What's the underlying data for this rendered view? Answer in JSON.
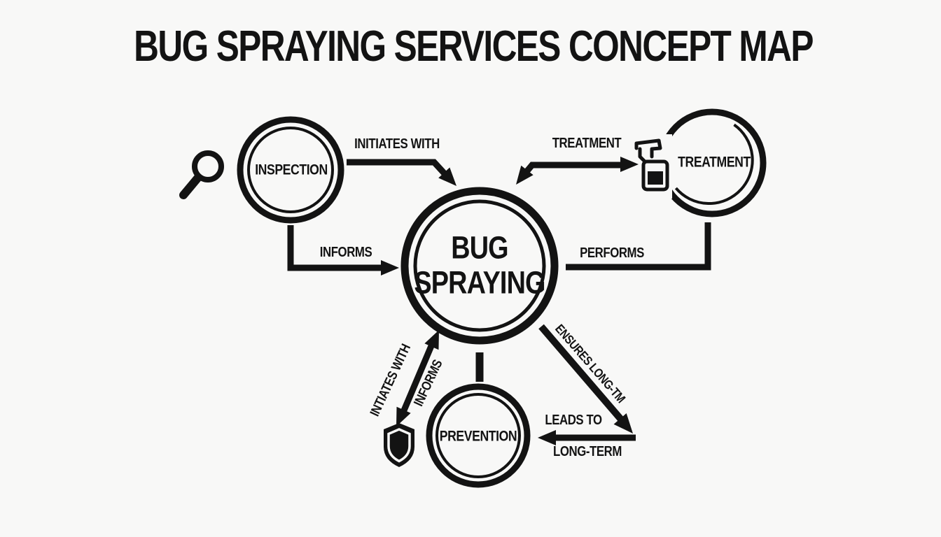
{
  "title": "BUG SPRAYING SERVICES CONCEPT MAP",
  "nodes": {
    "inspection": {
      "label": "INSPECTION",
      "icon": "magnifier-icon"
    },
    "treatment": {
      "label": "TREATMENT",
      "icon": "spray-bottle-icon"
    },
    "center": {
      "label_line1": "BUG",
      "label_line2": "SPRAYING"
    },
    "prevention": {
      "label": "PREVENTION",
      "icon": "shield-icon"
    }
  },
  "edges": {
    "inspection_initiates_center": {
      "label": "INITIATES WITH"
    },
    "center_treatment_link": {
      "label": "TREATMENT"
    },
    "inspection_informs_center": {
      "label": "INFORMS"
    },
    "center_performs_treatment": {
      "label": "PERFORMS"
    },
    "prevention_intiates_center": {
      "label": "INTIATES WITH"
    },
    "prevention_informs_center": {
      "label": "INFORMS"
    },
    "center_ensures_long_term": {
      "label": "ENSURES LONG-TM"
    },
    "leads_to_prevention": {
      "label": "LEADS TO",
      "sublabel": "LONG-TERM"
    }
  },
  "colors": {
    "ink": "#131313",
    "background": "#f8f8f7"
  }
}
